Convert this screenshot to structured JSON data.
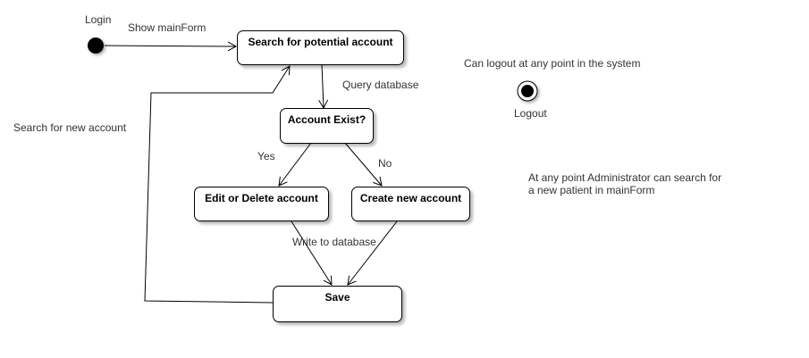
{
  "start_label": "Login",
  "end_label": "Logout",
  "nodes": {
    "search": "Search for potential account",
    "exist": "Account Exist?",
    "edit": "Edit or Delete account",
    "create": "Create new account",
    "save": "Save"
  },
  "edges": {
    "show_main_form": "Show mainForm",
    "query_database": "Query database",
    "yes": "Yes",
    "no": "No",
    "write_to_database": "Write to database",
    "search_new_account": "Search for new account"
  },
  "notes": {
    "logout_note": "Can logout at any point in the system",
    "admin_note": "At any point Administrator can search for a new patient in mainForm"
  },
  "colors": {
    "stroke": "#000000",
    "text": "#333333",
    "fill": "#ffffff"
  }
}
